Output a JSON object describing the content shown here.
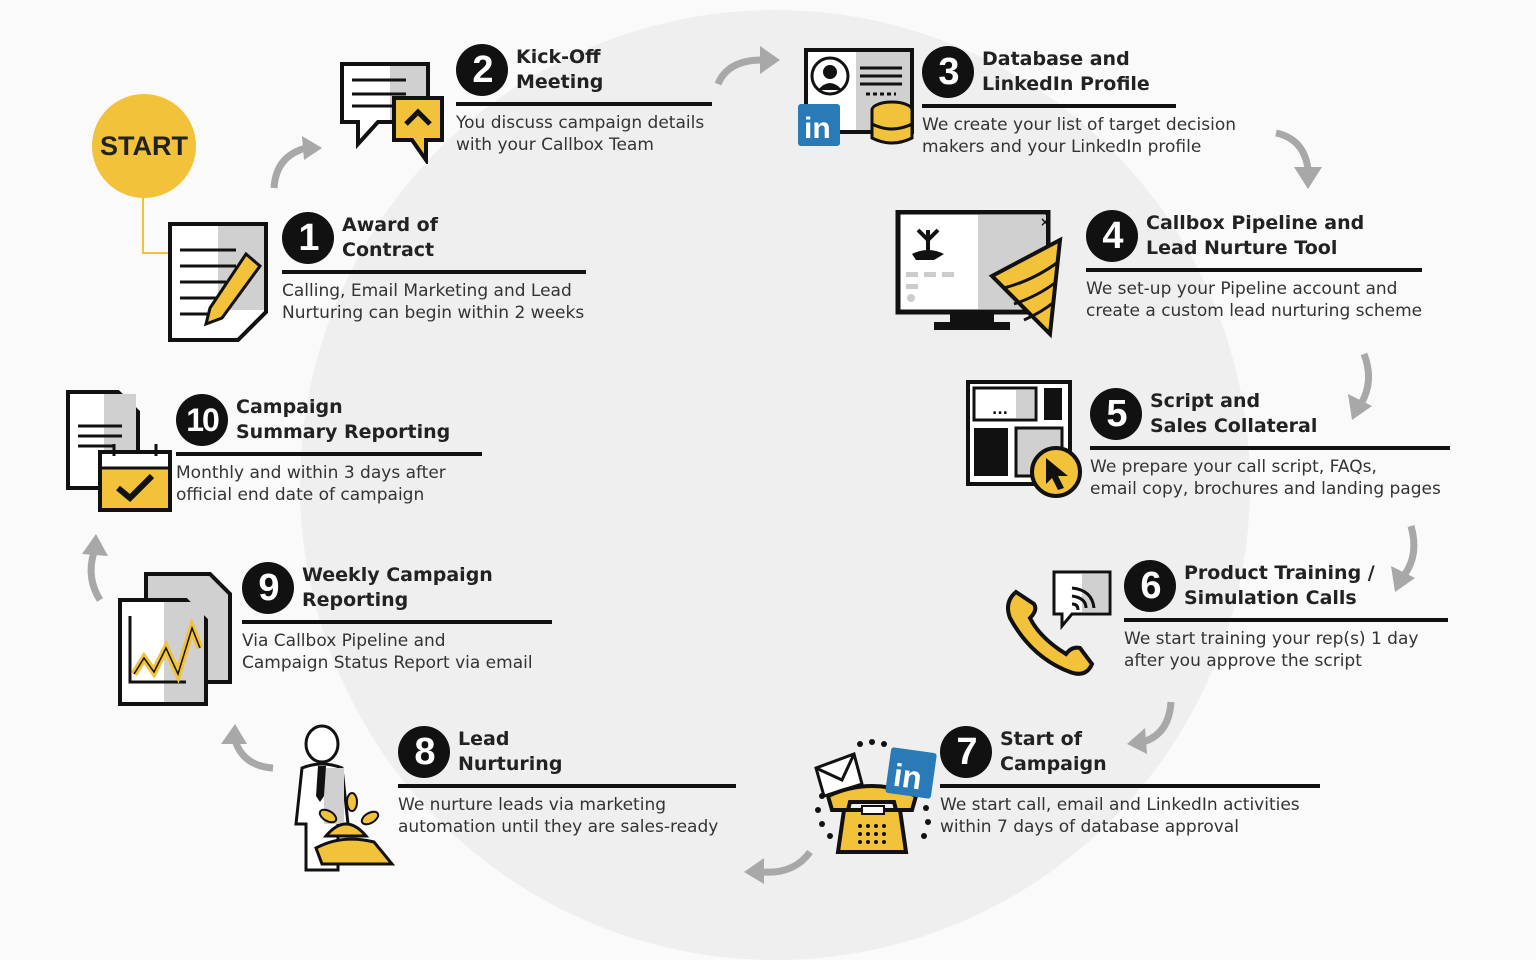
{
  "start_label": "START",
  "colors": {
    "accent": "#f2c23a",
    "dark": "#111111",
    "arrow": "#a8a8a8",
    "linkedin": "#2a7ab8"
  },
  "steps": [
    {
      "number": "1",
      "title": "Award of\nContract",
      "description": "Calling, Email Marketing and Lead\nNurturing can begin within 2 weeks",
      "icon": "contract-pencil-icon"
    },
    {
      "number": "2",
      "title": "Kick-Off\nMeeting",
      "description": "You discuss campaign details\nwith your Callbox Team",
      "icon": "chat-bubbles-icon"
    },
    {
      "number": "3",
      "title": "Database and\nLinkedIn Profile",
      "description": "We create your list of target decision\nmakers and your LinkedIn profile",
      "icon": "profile-database-icon"
    },
    {
      "number": "4",
      "title": "Callbox Pipeline and\nLead Nurture Tool",
      "description": "We set-up your Pipeline account and\ncreate a custom lead nurturing scheme",
      "icon": "monitor-funnel-icon"
    },
    {
      "number": "5",
      "title": "Script and\nSales Collateral",
      "description": "We prepare your call script, FAQs,\nemail copy, brochures and landing pages",
      "icon": "layout-cursor-icon"
    },
    {
      "number": "6",
      "title": "Product Training /\nSimulation Calls",
      "description": "We start training your rep(s) 1 day\nafter you approve the script",
      "icon": "phone-signal-icon"
    },
    {
      "number": "7",
      "title": "Start of\nCampaign",
      "description": "We start call, email and LinkedIn activities\nwithin 7 days of database approval",
      "icon": "phone-email-linkedin-icon"
    },
    {
      "number": "8",
      "title": "Lead\nNurturing",
      "description": "We nurture leads via marketing\nautomation until they are sales-ready",
      "icon": "person-plant-icon"
    },
    {
      "number": "9",
      "title": "Weekly Campaign\nReporting",
      "description": "Via Callbox Pipeline and\nCampaign Status Report via email",
      "icon": "report-chart-icon"
    },
    {
      "number": "10",
      "title": "Campaign\nSummary Reporting",
      "description": "Monthly and within 3 days after\nofficial end date of campaign",
      "icon": "document-calendar-check-icon"
    }
  ]
}
